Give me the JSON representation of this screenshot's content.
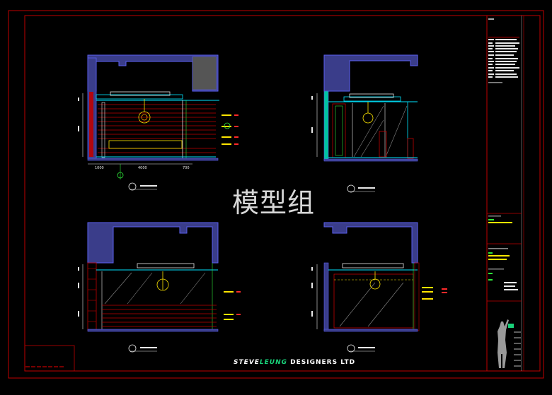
{
  "watermark": "模型组",
  "brand": {
    "first": "STEVE",
    "second": "LEUNG",
    "rest": "DESIGNERS LTD"
  },
  "colors": {
    "frame": "#c00000",
    "wall": "#3a3d8a",
    "wall_edge": "#5b5ff0",
    "cyan": "#00e5ff",
    "yellow": "#ffe600",
    "green": "#2eea3a",
    "red": "#ff2a2a",
    "white": "#e8e8e8"
  },
  "elevations": {
    "tl_dims": [
      "1000",
      "4000",
      "700"
    ]
  }
}
